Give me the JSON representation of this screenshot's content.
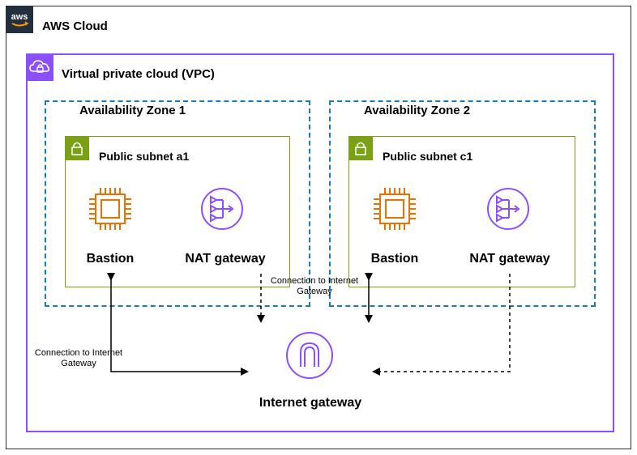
{
  "aws_cloud": {
    "label": "AWS Cloud",
    "logo_text": "aws"
  },
  "vpc": {
    "label": "Virtual private cloud (VPC)"
  },
  "zones": [
    {
      "label": "Availability Zone 1",
      "subnet": "Public subnet a1",
      "bastion": "Bastion",
      "nat": "NAT gateway"
    },
    {
      "label": "Availability Zone 2",
      "subnet": "Public subnet c1",
      "bastion": "Bastion",
      "nat": "NAT gateway"
    }
  ],
  "igw": {
    "label": "Internet gateway"
  },
  "connections": {
    "left_line1": "Connection to Internet",
    "left_line2": "Gateway",
    "mid_line1": "Connection to Internet",
    "mid_line2": "Gateway"
  },
  "colors": {
    "aws": "#232f3e",
    "vpc": "#8c4fff",
    "az": "#147eba",
    "subnet": "#7aa116",
    "compute": "#ed7100",
    "network": "#8c4fff"
  }
}
